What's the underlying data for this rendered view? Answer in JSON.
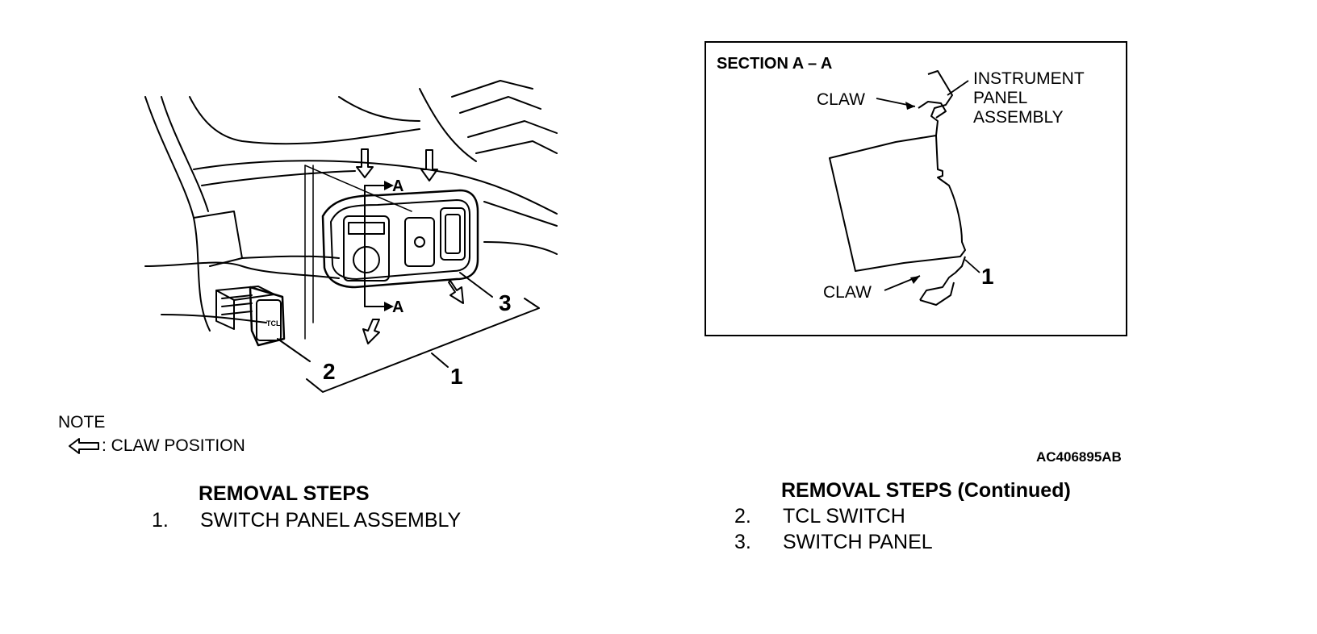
{
  "figure_code": "AC406895AB",
  "note": {
    "title": "NOTE",
    "legend_text": ": CLAW POSITION"
  },
  "callouts": {
    "main": [
      "1",
      "2",
      "3"
    ],
    "section_marks": [
      "A",
      "A"
    ],
    "tcl_label": "TCL"
  },
  "section": {
    "title": "SECTION A – A",
    "claw_top": "CLAW",
    "claw_bottom": "CLAW",
    "instrument_panel": [
      "INSTRUMENT",
      "PANEL",
      "ASSEMBLY"
    ],
    "callout": "1"
  },
  "removal_steps_left": {
    "heading": "REMOVAL STEPS",
    "items": [
      {
        "num": "1.",
        "label": "SWITCH PANEL ASSEMBLY"
      }
    ]
  },
  "removal_steps_right": {
    "heading": "REMOVAL STEPS (Continued)",
    "items": [
      {
        "num": "2.",
        "label": "TCL SWITCH"
      },
      {
        "num": "3.",
        "label": "SWITCH PANEL"
      }
    ]
  }
}
